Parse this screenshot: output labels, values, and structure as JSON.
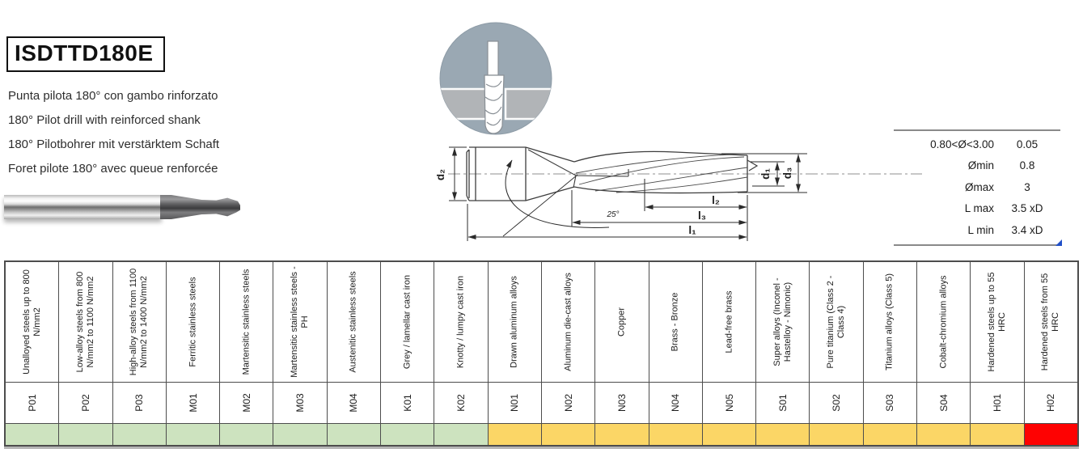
{
  "product": {
    "code": "ISDTTD180E",
    "descriptions": {
      "it": "Punta pilota 180° con gambo rinforzato",
      "en": "180° Pilot drill with reinforced shank",
      "de": "180° Pilotbohrer mit verstärktem Schaft",
      "fr": "Foret pilote 180° avec queue renforcée"
    }
  },
  "drawing": {
    "labels": {
      "d1": "d₁",
      "d2": "d₂",
      "d3": "d₃",
      "l1": "l₁",
      "l2": "l₂",
      "l3": "l₃",
      "angle": "25°"
    }
  },
  "spec_table": {
    "rows": [
      {
        "label": "0.80<Ø<3.00",
        "value": "0.05"
      },
      {
        "label": "Ømin",
        "value": "0.8"
      },
      {
        "label": "Ømax",
        "value": "3"
      },
      {
        "label": "L max",
        "value": "3.5 xD"
      },
      {
        "label": "L min",
        "value": "3.4 xD"
      }
    ]
  },
  "status_colors": {
    "suitable": "#cde3bf",
    "limited": "#fbd666",
    "unsuitable": "#fe0202"
  },
  "material_table": {
    "columns": [
      {
        "name": "Unalloyed steels up to 800 N/mm2",
        "code": "P01",
        "color": "#cde3bf"
      },
      {
        "name": "Low-alloy steels from 800 N/mm2 to 1100 N/mm2",
        "code": "P02",
        "color": "#cde3bf"
      },
      {
        "name": "High-alloy steels from 1100 N/mm2 to 1400 N/mm2",
        "code": "P03",
        "color": "#cde3bf"
      },
      {
        "name": "Ferritic stainless steels",
        "code": "M01",
        "color": "#cde3bf"
      },
      {
        "name": "Martensitic stainless steels",
        "code": "M02",
        "color": "#cde3bf"
      },
      {
        "name": "Martensitic stainless steels - PH",
        "code": "M03",
        "color": "#cde3bf"
      },
      {
        "name": "Austenitic stainless steels",
        "code": "M04",
        "color": "#cde3bf"
      },
      {
        "name": "Grey / lamellar cast iron",
        "code": "K01",
        "color": "#cde3bf"
      },
      {
        "name": "Knotty / lumpy cast iron",
        "code": "K02",
        "color": "#cde3bf"
      },
      {
        "name": "Drawn aluminum alloys",
        "code": "N01",
        "color": "#fbd666"
      },
      {
        "name": "Aluminum die-cast alloys",
        "code": "N02",
        "color": "#fbd666"
      },
      {
        "name": "Copper",
        "code": "N03",
        "color": "#fbd666"
      },
      {
        "name": "Brass - Bronze",
        "code": "N04",
        "color": "#fbd666"
      },
      {
        "name": "Lead-free brass",
        "code": "N05",
        "color": "#fbd666"
      },
      {
        "name": "Super alloys (Inconel - Hastelloy - Nimonic)",
        "code": "S01",
        "color": "#fbd666"
      },
      {
        "name": "Pure titanium (Class 2 - Class 4)",
        "code": "S02",
        "color": "#fbd666"
      },
      {
        "name": "Titanium alloys (Class 5)",
        "code": "S03",
        "color": "#fbd666"
      },
      {
        "name": "Cobalt-chromium alloys",
        "code": "S04",
        "color": "#fbd666"
      },
      {
        "name": "Hardened steels up to 55 HRC",
        "code": "H01",
        "color": "#fbd666"
      },
      {
        "name": "Hardened steels from 55 HRC",
        "code": "H02",
        "color": "#fe0202"
      }
    ]
  }
}
